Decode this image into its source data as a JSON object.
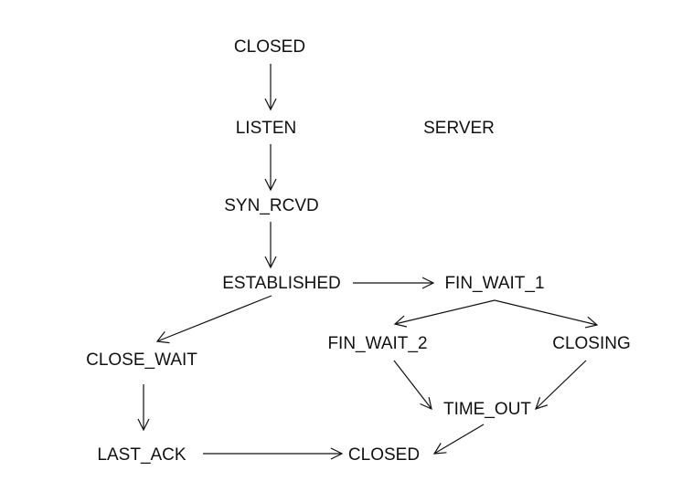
{
  "diagram": {
    "states": {
      "closed_top": "CLOSED",
      "listen": "LISTEN",
      "server": "SERVER",
      "syn_rcvd": "SYN_RCVD",
      "established": "ESTABLISHED",
      "fin_wait_1": "FIN_WAIT_1",
      "close_wait": "CLOSE_WAIT",
      "fin_wait_2": "FIN_WAIT_2",
      "closing": "CLOSING",
      "time_out": "TIME_OUT",
      "last_ack": "LAST_ACK",
      "closed_bottom": "CLOSED"
    },
    "transitions": [
      {
        "from": "closed_top",
        "to": "listen"
      },
      {
        "from": "listen",
        "to": "syn_rcvd"
      },
      {
        "from": "syn_rcvd",
        "to": "established"
      },
      {
        "from": "established",
        "to": "fin_wait_1"
      },
      {
        "from": "established",
        "to": "close_wait"
      },
      {
        "from": "fin_wait_1",
        "to": "fin_wait_2"
      },
      {
        "from": "fin_wait_1",
        "to": "closing"
      },
      {
        "from": "fin_wait_2",
        "to": "time_out"
      },
      {
        "from": "closing",
        "to": "time_out"
      },
      {
        "from": "close_wait",
        "to": "last_ack"
      },
      {
        "from": "last_ack",
        "to": "closed_bottom"
      },
      {
        "from": "time_out",
        "to": "closed_bottom"
      }
    ]
  }
}
